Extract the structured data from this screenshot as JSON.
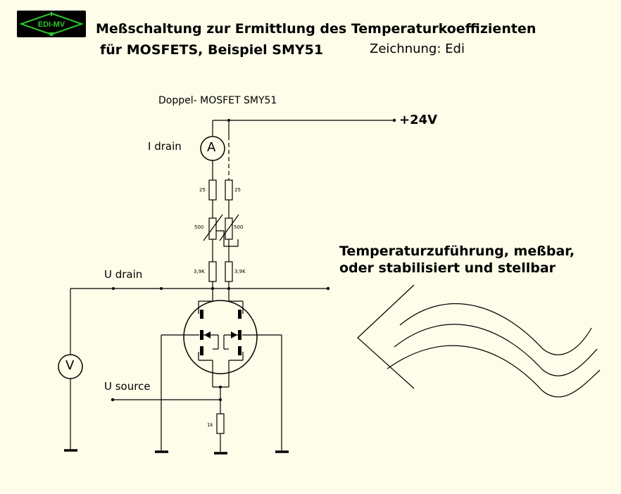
{
  "logo": {
    "text": "EDI-MV",
    "color": "#2fc42f"
  },
  "header": {
    "title": "Meßschaltung zur Ermittlung des Temperaturkoeffizienten",
    "subtitle": "für MOSFETS, Beispiel SMY51",
    "credit": "Zeichnung: Edi"
  },
  "labels": {
    "component": "Doppel- MOSFET SMY51",
    "supply": "+24V",
    "i_drain": "I drain",
    "u_drain": "U drain",
    "u_source": "U source"
  },
  "meters": {
    "ammeter": "A",
    "voltmeter": "V"
  },
  "resistors": {
    "r25_left": "25",
    "r25_right": "25",
    "pot_left": "500",
    "pot_right": "500",
    "r39_left": "3,9K",
    "r39_right": "3,9K",
    "r1k": "1k"
  },
  "note": {
    "line1": "Temperaturzuführung, meßbar,",
    "line2": "oder stabilisiert und stellbar"
  },
  "colors": {
    "background": "#fdfde9",
    "line": "#000000",
    "logo_bg": "#000000"
  }
}
